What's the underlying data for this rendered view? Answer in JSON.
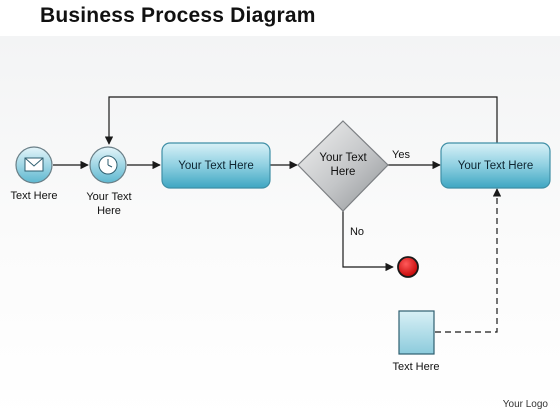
{
  "title": "Business Process Diagram",
  "nodes": {
    "start_event": {
      "label": "Text Here",
      "icon": "envelope-icon"
    },
    "timer_event": {
      "label": "Your Text Here",
      "icon": "clock-icon"
    },
    "task_1": {
      "label": "Your Text Here"
    },
    "gateway": {
      "label": "Your Text Here"
    },
    "task_2": {
      "label": "Your Text Here"
    },
    "end_event": {
      "label": ""
    },
    "data_object": {
      "label": "Text Here"
    }
  },
  "edges": {
    "yes_label": "Yes",
    "no_label": "No"
  },
  "footer": {
    "logo": "Your Logo"
  },
  "colors": {
    "task_fill_top": "#bfe6f0",
    "task_fill_bottom": "#4eb3cc",
    "gateway_fill": "#b9bcbf",
    "end_event_fill": "#e00000",
    "line": "#1a1a1a"
  }
}
